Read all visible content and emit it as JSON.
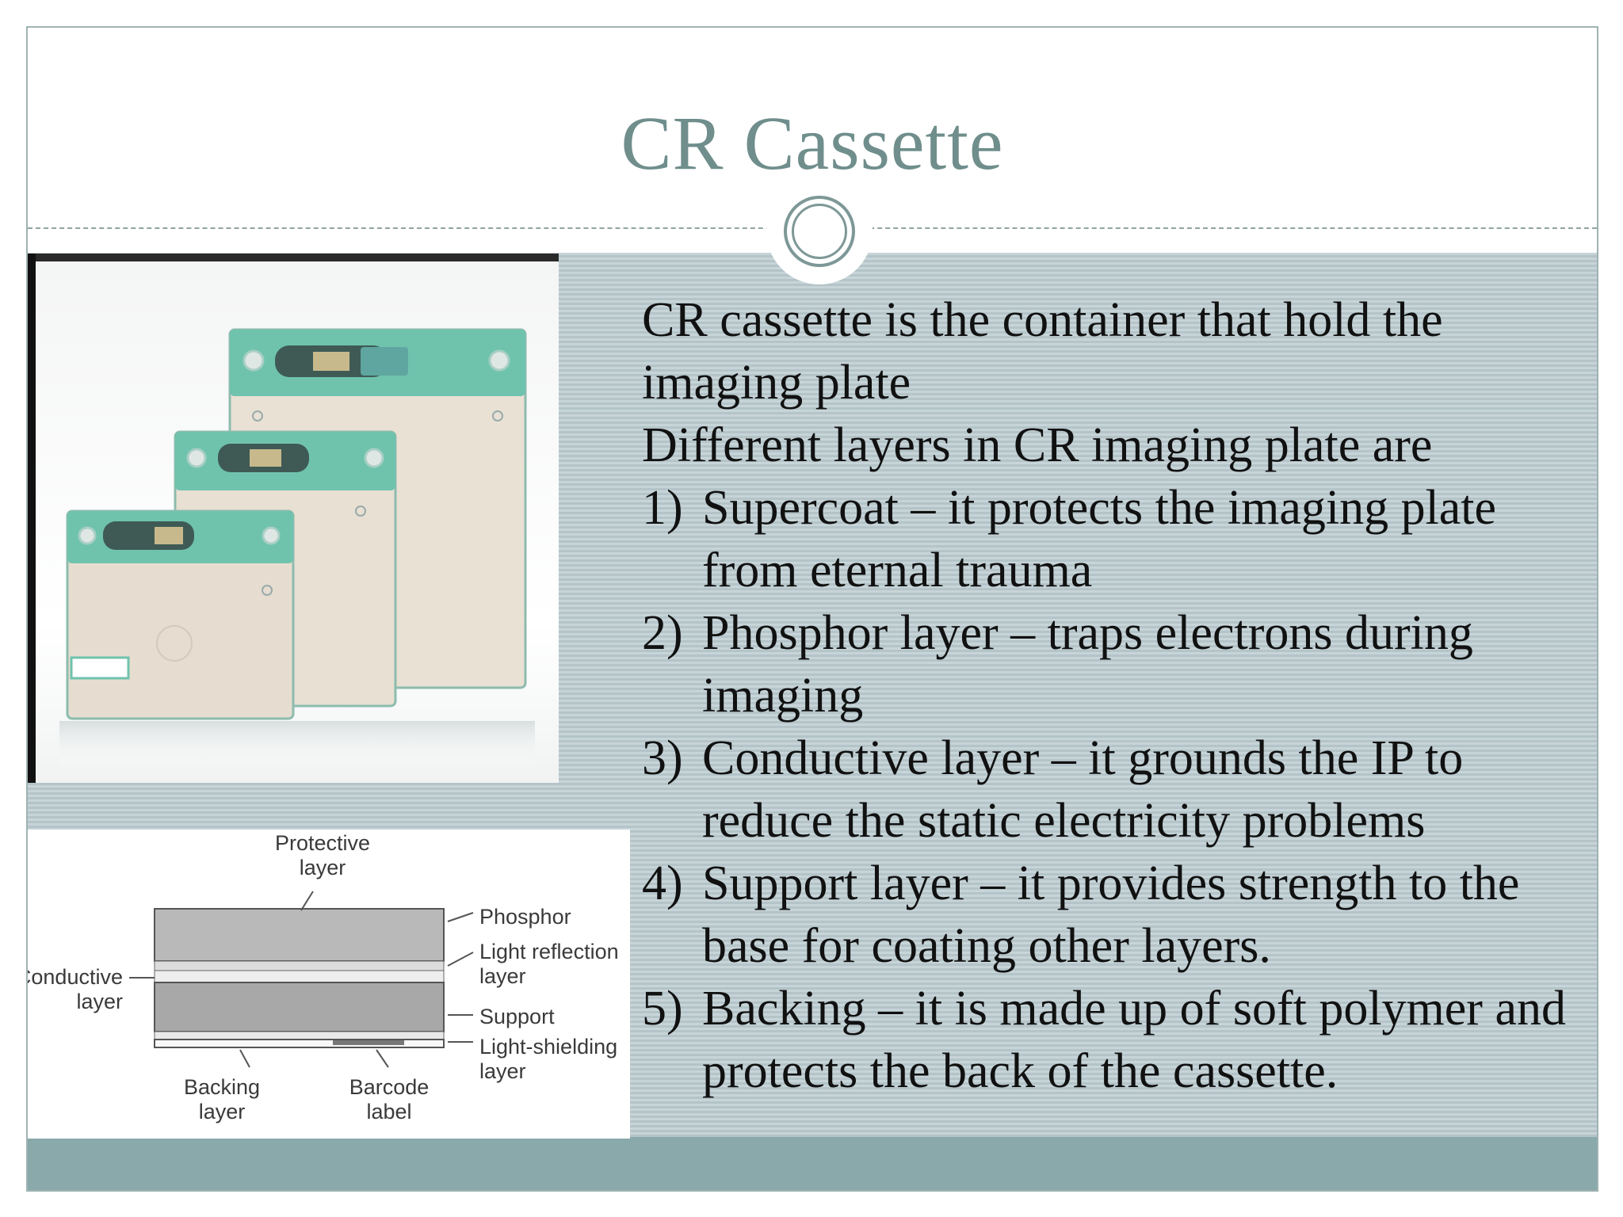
{
  "slide": {
    "title": "CR Cassette"
  },
  "body": {
    "intro_line1": "CR cassette is the container that hold the imaging plate",
    "intro_line2": "Different layers in CR imaging plate are",
    "items": [
      {
        "num": "1)",
        "text": "Supercoat – it protects the imaging plate from eternal trauma"
      },
      {
        "num": "2)",
        "text": "Phosphor layer – traps electrons during imaging"
      },
      {
        "num": "3)",
        "text": "Conductive layer – it grounds the IP to reduce the static electricity  problems"
      },
      {
        "num": "4)",
        "text": "Support layer – it provides strength to the base for coating other layers."
      },
      {
        "num": "5)",
        "text": "Backing – it is made up of soft polymer and protects the back of the cassette."
      }
    ]
  },
  "diagram": {
    "protective_layer": [
      "Protective",
      "layer"
    ],
    "phosphor": "Phosphor",
    "light_reflection_layer": [
      "Light reflection",
      "layer"
    ],
    "conductive_layer": [
      "Conductive",
      "layer"
    ],
    "support": "Support",
    "light_shielding_layer": [
      "Light-shielding",
      "layer"
    ],
    "backing_layer": [
      "Backing",
      "layer"
    ],
    "barcode_label": [
      "Barcode",
      "label"
    ]
  },
  "colors": {
    "title": "#6f8e8c",
    "panel": "#bccbd0",
    "footer": "#89a9aa",
    "cassette_green": "#6fc3ad",
    "cassette_body": "#e9e1d4"
  }
}
